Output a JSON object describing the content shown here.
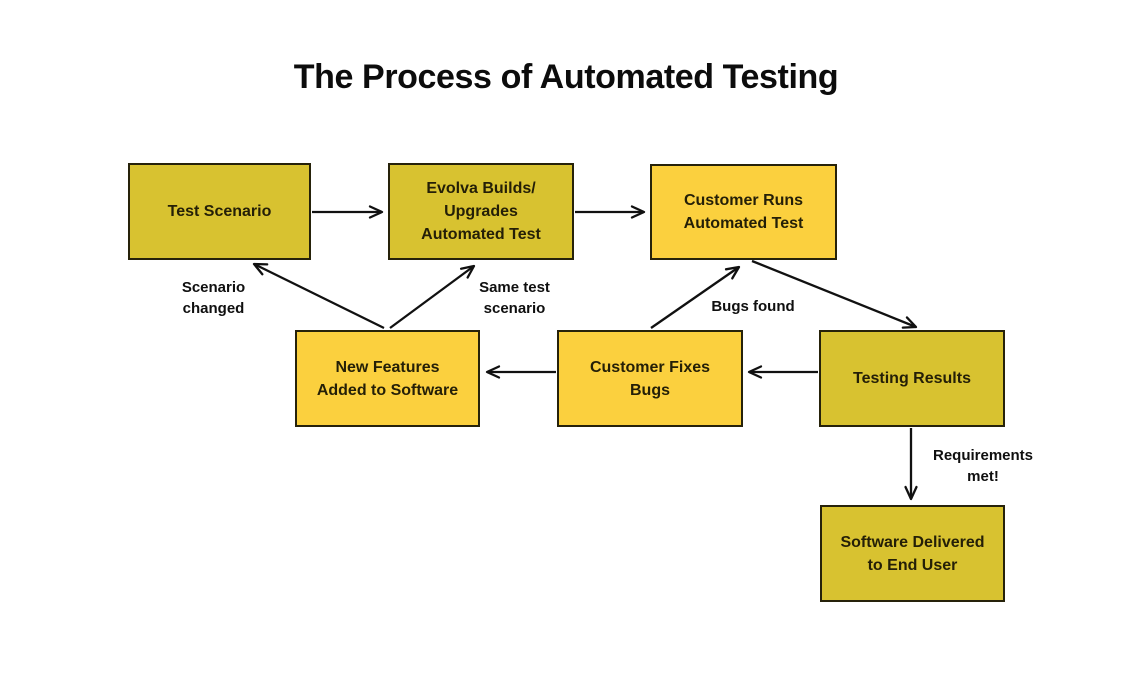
{
  "title": "The Process of Automated Testing",
  "colors": {
    "mustard": "#d8c230",
    "bright": "#fbd03e",
    "border": "#26220a",
    "arrow": "#111111",
    "background": "#ffffff",
    "box_text": "#241f07",
    "label_text": "#0f0f0f"
  },
  "nodes": {
    "test_scenario": {
      "label": "Test Scenario",
      "variant": "mustard"
    },
    "evolva_builds": {
      "label": [
        "Evolva Builds/",
        "Upgrades",
        "Automated Test"
      ],
      "variant": "mustard"
    },
    "customer_runs": {
      "label": [
        "Customer Runs",
        "Automated Test"
      ],
      "variant": "bright"
    },
    "new_features": {
      "label": [
        "New Features",
        "Added to Software"
      ],
      "variant": "bright"
    },
    "customer_fixes": {
      "label": [
        "Customer Fixes",
        "Bugs"
      ],
      "variant": "bright"
    },
    "testing_results": {
      "label": "Testing Results",
      "variant": "mustard"
    },
    "software_delivered": {
      "label": [
        "Software Delivered",
        "to End User"
      ],
      "variant": "mustard"
    }
  },
  "edge_labels": {
    "scenario_changed": [
      "Scenario",
      "changed"
    ],
    "same_test_scenario": [
      "Same test",
      "scenario"
    ],
    "bugs_found": "Bugs found",
    "requirements_met": [
      "Requirements",
      "met!"
    ]
  }
}
